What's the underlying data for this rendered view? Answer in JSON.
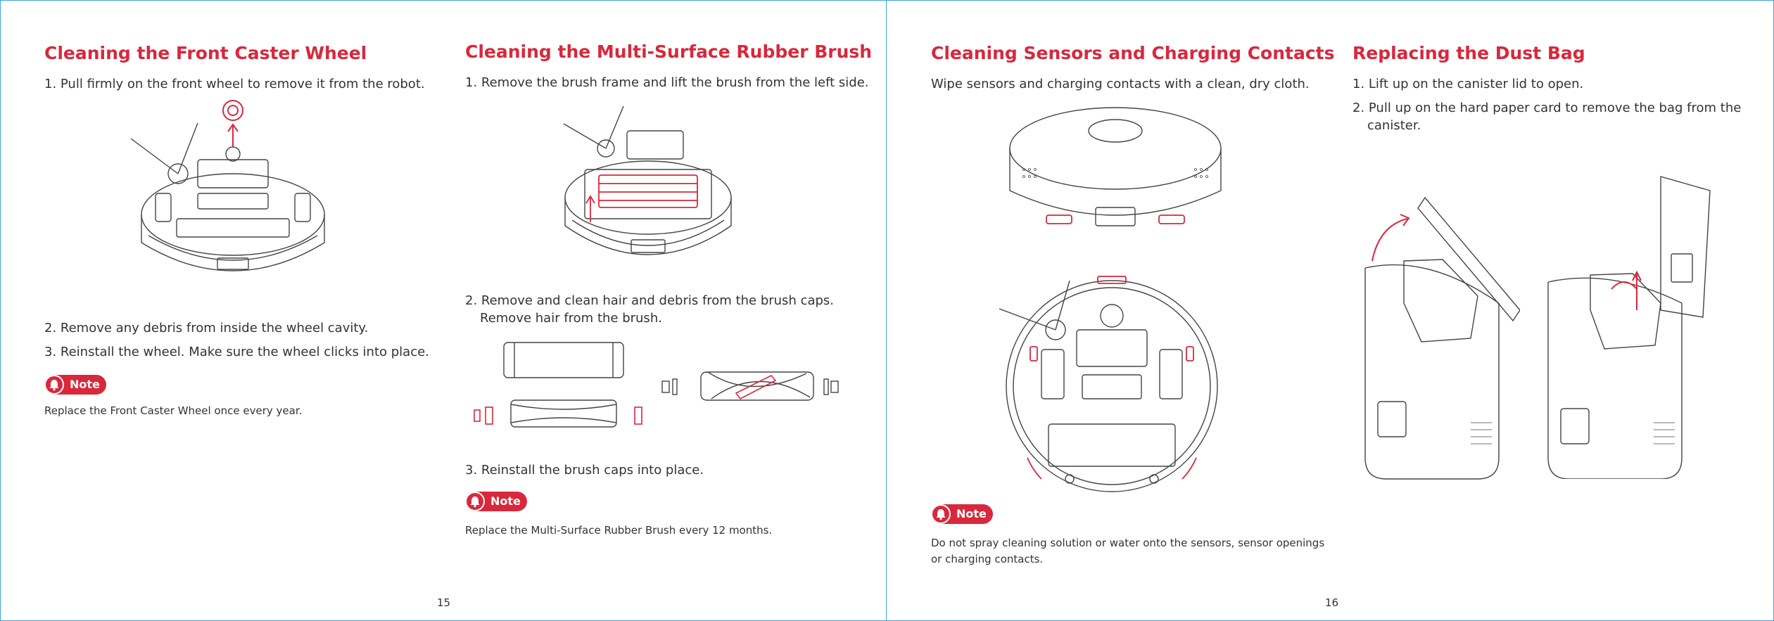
{
  "left_page": {
    "page_number": "15",
    "caster": {
      "title": "Cleaning the Front Caster Wheel",
      "step1": "1. Pull firmly on the front wheel to remove it from the robot.",
      "step2": "2. Remove any debris from inside the wheel cavity.",
      "step3": "3. Reinstall the wheel. Make sure the wheel clicks into place.",
      "note_label": "Note",
      "note_text": "Replace the Front Caster Wheel once every year."
    },
    "brush": {
      "title": "Cleaning the Multi-Surface Rubber Brush",
      "step1": "1. Remove the brush frame and lift the brush from the left side.",
      "step2": "2. Remove and clean hair and debris from the brush caps. Remove hair from the brush.",
      "step3": "3. Reinstall the brush caps into place.",
      "note_label": "Note",
      "note_text": "Replace the Multi-Surface Rubber Brush every 12 months."
    }
  },
  "right_page": {
    "page_number": "16",
    "sensors": {
      "title": "Cleaning Sensors and Charging Contacts",
      "step1": "Wipe sensors and charging contacts with a clean, dry cloth.",
      "note_label": "Note",
      "note_text": "Do not spray cleaning solution or water onto the sensors, sensor openings or charging contacts."
    },
    "dustbag": {
      "title": "Replacing the Dust Bag",
      "step1": "1. Lift up on the canister lid to open.",
      "step2": "2. Pull up on the hard paper card to remove the bag from the canister."
    }
  },
  "colors": {
    "accent": "#d8283c",
    "border": "#3fa6d6",
    "text": "#333333",
    "line": "#444444"
  },
  "icons": {
    "note": "bell-icon"
  }
}
